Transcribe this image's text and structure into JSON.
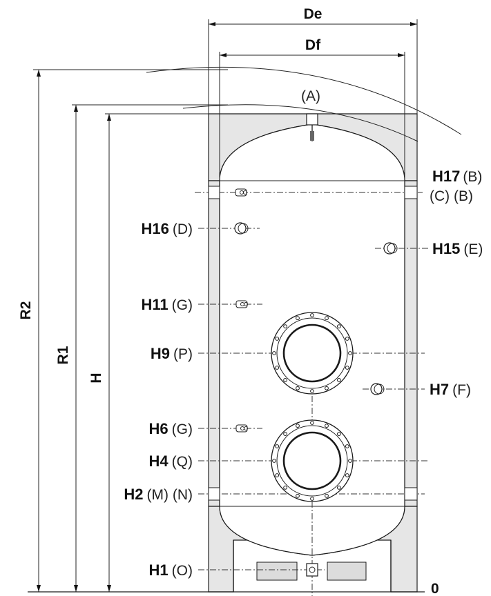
{
  "dimensions": {
    "outer_diameter": "De",
    "inner_diameter": "Df",
    "height": "H",
    "radius_1": "R1",
    "radius_2": "R2",
    "zero_level": "0"
  },
  "top_connection": {
    "code": "(A)"
  },
  "connections_left": [
    {
      "height": "H16",
      "code": "(D)"
    },
    {
      "height": "H11",
      "code": "(G)"
    },
    {
      "height": "H9",
      "code": "(P)"
    },
    {
      "height": "H6",
      "code": "(G)"
    },
    {
      "height": "H4",
      "code": "(Q)"
    },
    {
      "height": "H2",
      "code": "(M) (N)"
    },
    {
      "height": "H1",
      "code": "(O)"
    }
  ],
  "connections_right": [
    {
      "height": "H17",
      "code": "(B)",
      "extra": "(C) (B)"
    },
    {
      "height": "H15",
      "code": "(E)"
    },
    {
      "height": "H7",
      "code": "(F)"
    }
  ]
}
